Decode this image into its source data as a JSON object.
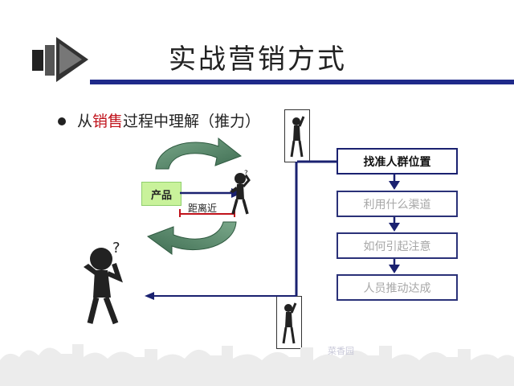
{
  "title": "实战营销方式",
  "bullet": {
    "prefix": "从",
    "highlight": "销售",
    "suffix": "过程中理解（推力）"
  },
  "product_label": "产品",
  "distance_label": "距离近",
  "flow_steps": [
    {
      "label": "找准人群位置",
      "active": true
    },
    {
      "label": "利用什么渠道",
      "active": false
    },
    {
      "label": "如何引起注意",
      "active": false
    },
    {
      "label": "人员推动达成",
      "active": false
    }
  ],
  "colors": {
    "title_rule": "#1f2a8a",
    "highlight": "#c0121b",
    "flow_border": "#1a2170",
    "product_fill": "#c9f29b",
    "cycle_arrow": "#5f8a6a",
    "distance_bar": "#c0121b"
  },
  "footer_text": "菜香园"
}
